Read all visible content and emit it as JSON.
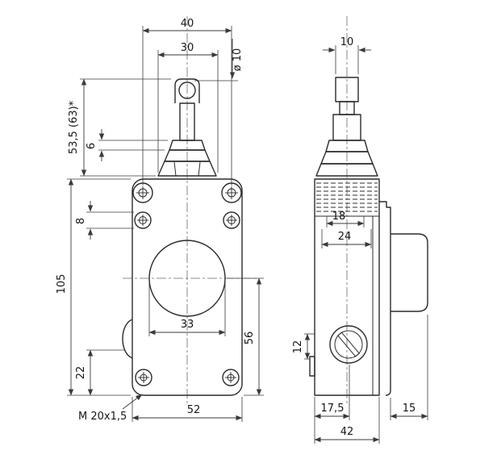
{
  "drawing": {
    "views": {
      "front": {
        "dims": {
          "top_width": "40",
          "nut_width": "30",
          "plunger_dia": "ø 10",
          "plunger_height": "53,5 (63)*",
          "seg6": "6",
          "seg8": "8",
          "body_height": "105",
          "bump_offset": "22",
          "circle_dia": "33",
          "lower_height": "56",
          "body_width": "52",
          "thread": "M 20x1,5"
        }
      },
      "side": {
        "dims": {
          "plunger_width": "10",
          "thread_inner": "18",
          "thread_outer": "24",
          "tab_height": "12",
          "screw_offset": "17,5",
          "block_depth": "15",
          "body_depth": "42"
        }
      }
    }
  }
}
